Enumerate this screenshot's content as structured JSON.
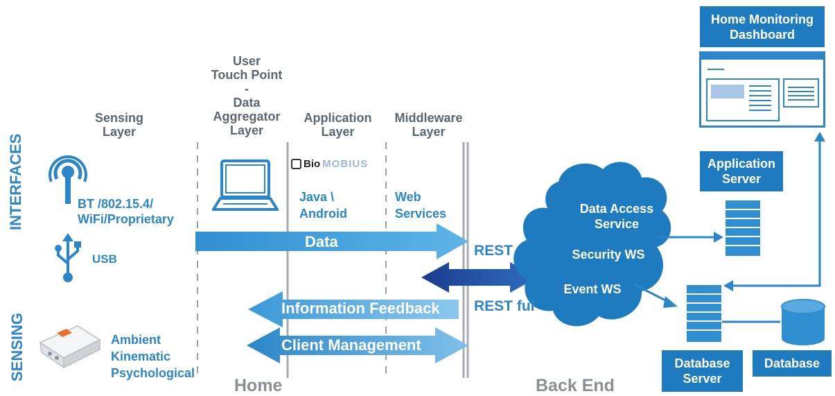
{
  "side_labels": {
    "interfaces": "INTERFACES",
    "sensing": "SENSING"
  },
  "layers": {
    "sensing": "Sensing\nLayer",
    "user_touch": "User\nTouch Point\n-\nData\nAggregator\nLayer",
    "application": "Application\nLayer",
    "middleware": "Middleware\nLayer"
  },
  "interfaces": {
    "wireless": "BT /802.15.4/\nWiFi/Proprietary",
    "usb": "USB"
  },
  "sensing": {
    "sensor_types": "Ambient\nKinematic\nPsychological"
  },
  "application": {
    "logo_bio": "Bio",
    "logo_mobius": "MOBIUS",
    "platform": "Java \\\nAndroid"
  },
  "middleware": {
    "services": "Web\nServices"
  },
  "arrows": {
    "data": "Data",
    "rest": "REST",
    "restful": "REST ful",
    "information_feedback": "Information Feedback",
    "client_management": "Client Management"
  },
  "cloud": {
    "data_access": "Data Access\nService",
    "security": "Security WS",
    "event": "Event WS"
  },
  "backend": {
    "dashboard": "Home Monitoring\nDashboard",
    "application_server": "Application\nServer",
    "database_server": "Database\nServer",
    "database": "Database"
  },
  "footer": {
    "home": "Home",
    "backend": "Back End"
  },
  "colors": {
    "accent": "#1f7bbf",
    "label_blue": "#2a86c8",
    "gray": "#5c6670",
    "dark_arrow": "#1d3f8f"
  }
}
